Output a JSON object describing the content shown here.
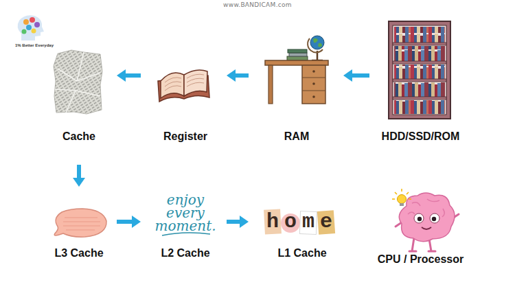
{
  "diagram": {
    "nodes": [
      {
        "text": [
          "Cache"
        ]
      },
      {
        "text": [
          "Register"
        ]
      },
      {
        "text": [
          "RAM"
        ]
      },
      {
        "text": [
          "HDD/SSD/ROM"
        ]
      },
      {
        "text": [
          "L3 Cache"
        ]
      },
      {
        "text": [
          "enjoy every moment.",
          "L2 Cache"
        ]
      },
      {
        "text": [
          "home",
          "L1 Cache"
        ]
      },
      {
        "text": [
          "CPU / Processor"
        ]
      }
    ],
    "edges": [
      {
        "from": 3,
        "to": 2,
        "arrow": "to"
      },
      {
        "from": 2,
        "to": 1,
        "arrow": "to"
      },
      {
        "from": 1,
        "to": 0,
        "arrow": "to"
      },
      {
        "from": 0,
        "to": 4,
        "arrow": "to"
      },
      {
        "from": 4,
        "to": 5,
        "arrow": "to"
      },
      {
        "from": 5,
        "to": 6,
        "arrow": "to"
      }
    ],
    "labels": [
      "www.BANDICAM.com",
      "1% Better Everyday"
    ]
  }
}
